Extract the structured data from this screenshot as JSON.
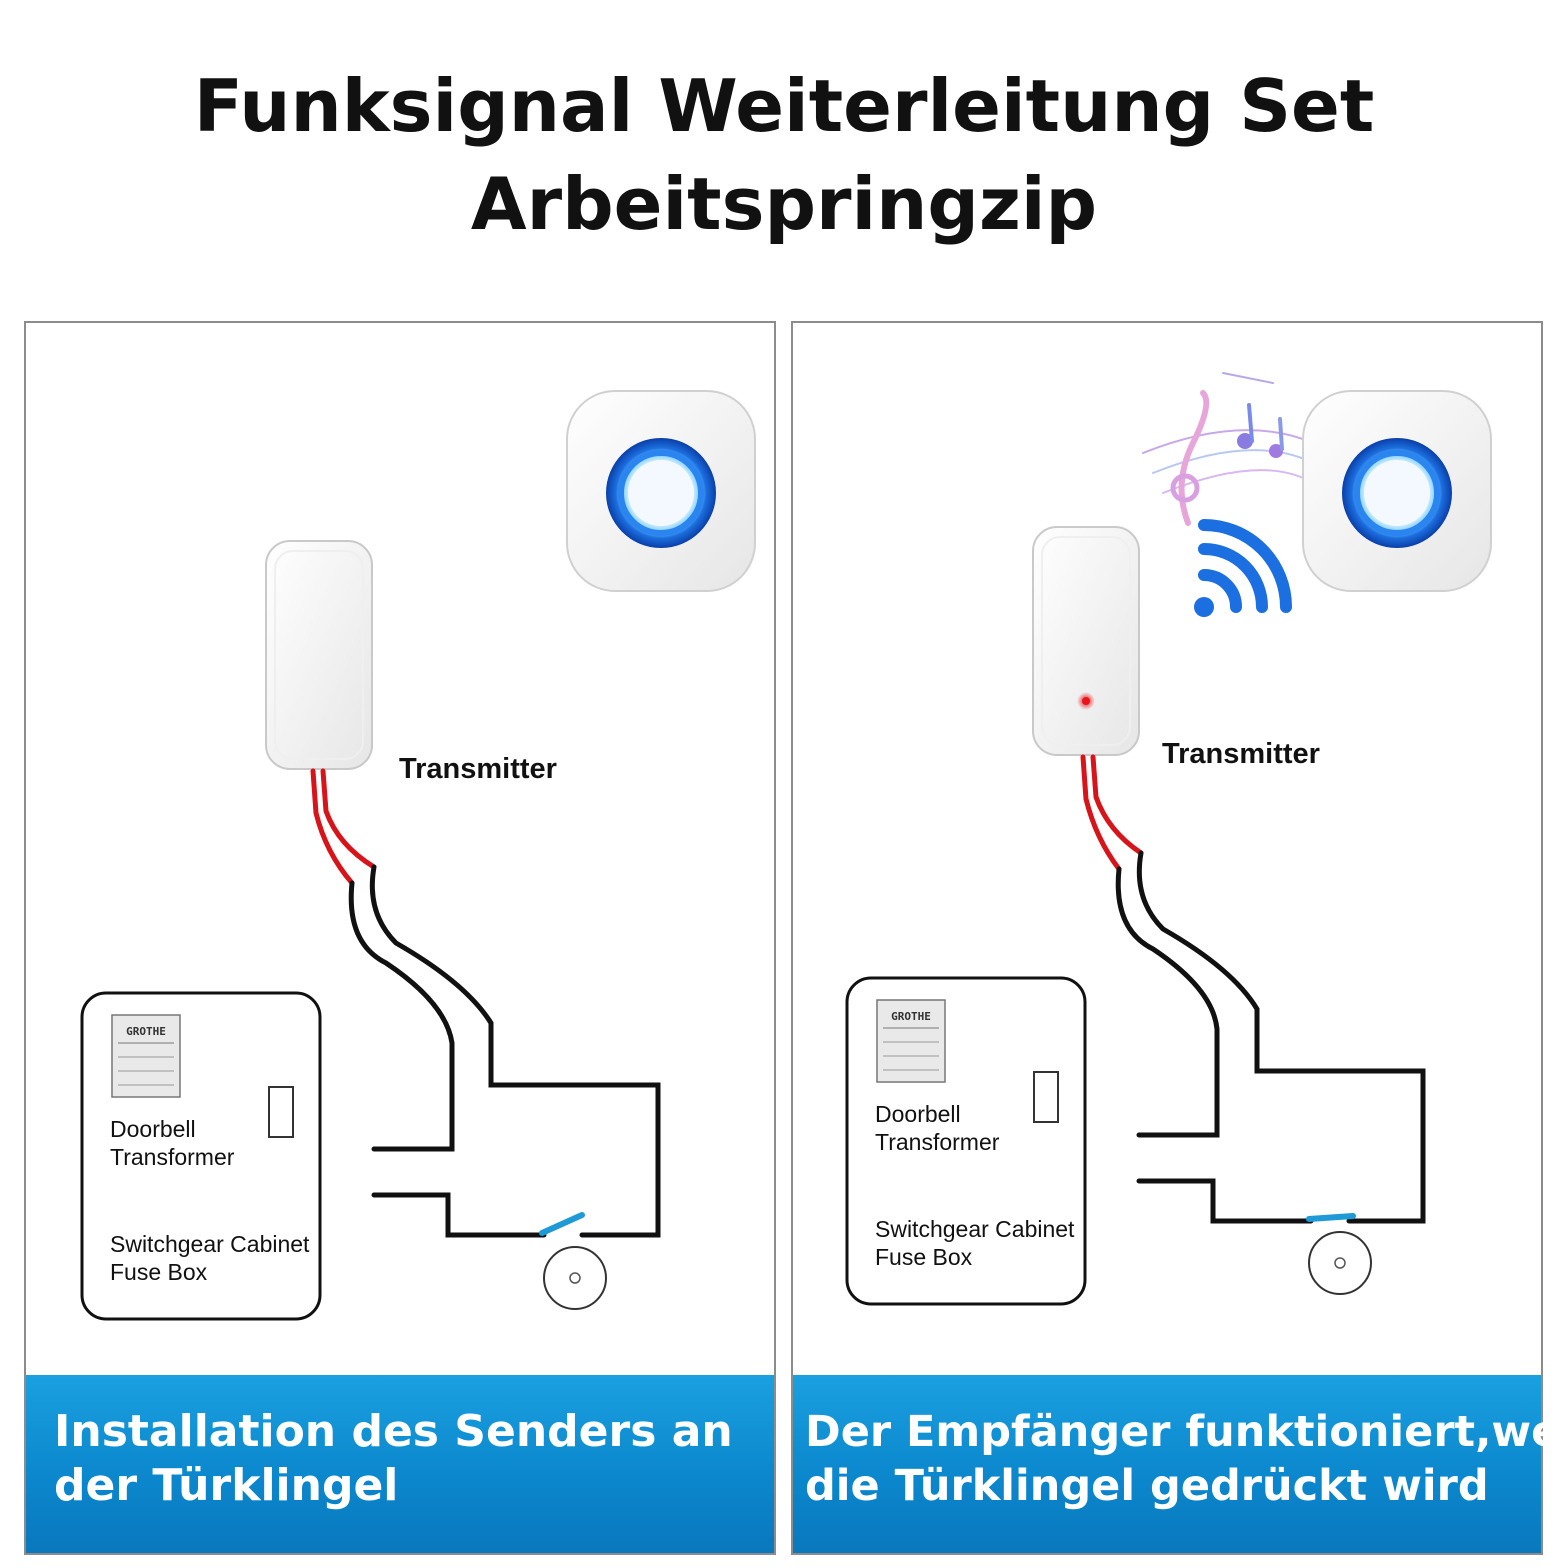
{
  "title": {
    "line1": "Funksignal Weiterleitung Set",
    "line2": "Arbeitspringzip"
  },
  "colors": {
    "caption_blue": "#0b86cc",
    "wire_red": "#d7141a",
    "wire_black": "#111111",
    "switch_blue": "#1f9ad6",
    "ring_blue": "#1c6fe0",
    "led_red": "#e8141a",
    "panel_border": "#8c8c8c"
  },
  "panels": [
    {
      "transmitter_label": "Transmitter",
      "transformer_label_line1": "Doorbell",
      "transformer_label_line2": "Transformer",
      "cabinet_label_line1": "Switchgear Cabinet",
      "cabinet_label_line2": "Fuse Box",
      "transformer_plate_brand": "GROTHE",
      "caption_line1": "Installation des Senders an",
      "caption_line2": "der Türklingel",
      "switch_state": "open",
      "transmitter_led_on": false,
      "icons": [
        "transmitter-device-icon",
        "receiver-chime-icon",
        "doorbell-button-icon",
        "transformer-plate-icon"
      ]
    },
    {
      "transmitter_label": "Transmitter",
      "transformer_label_line1": "Doorbell",
      "transformer_label_line2": "Transformer",
      "cabinet_label_line1": "Switchgear Cabinet",
      "cabinet_label_line2": "Fuse Box",
      "transformer_plate_brand": "GROTHE",
      "caption_line1": "Der Empfänger funktioniert,wenn",
      "caption_line2": "die Türklingel gedrückt wird",
      "switch_state": "closed",
      "transmitter_led_on": true,
      "icons": [
        "transmitter-device-icon",
        "receiver-chime-icon",
        "wifi-signal-icon",
        "music-notes-icon",
        "doorbell-button-icon",
        "transformer-plate-icon"
      ]
    }
  ]
}
